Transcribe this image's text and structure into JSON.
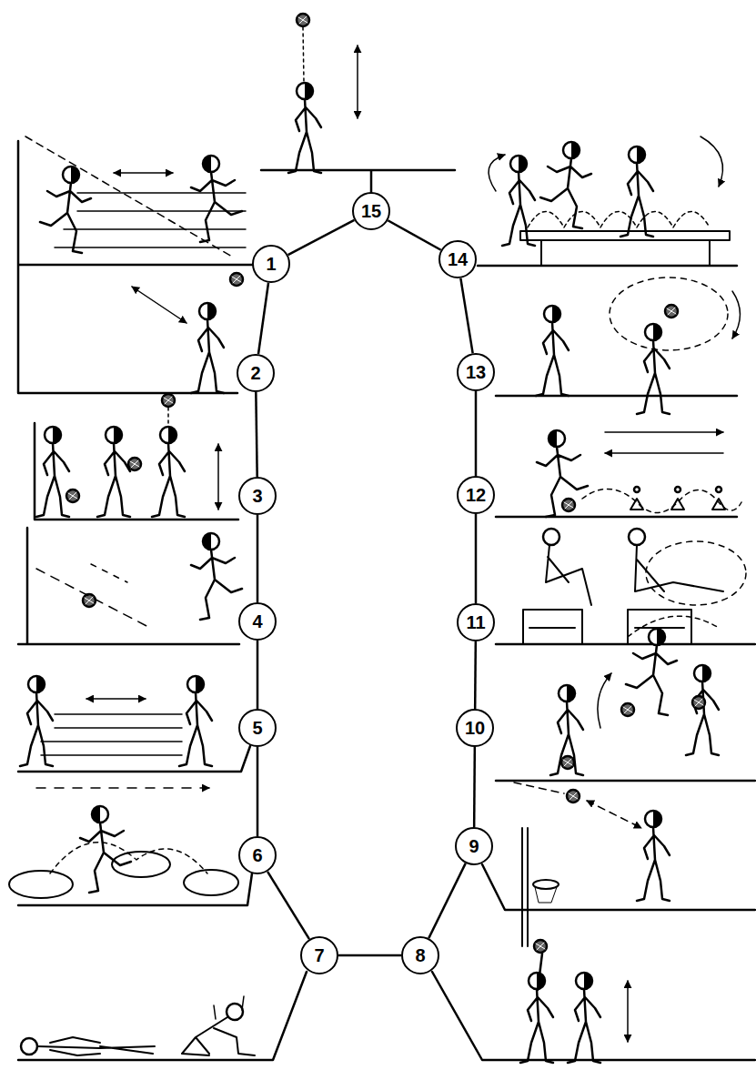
{
  "diagram": {
    "nodes": [
      {
        "text": [
          "1"
        ]
      },
      {
        "text": [
          "2"
        ]
      },
      {
        "text": [
          "3"
        ]
      },
      {
        "text": [
          "4"
        ]
      },
      {
        "text": [
          "5"
        ]
      },
      {
        "text": [
          "6"
        ]
      },
      {
        "text": [
          "7"
        ]
      },
      {
        "text": [
          "8"
        ]
      },
      {
        "text": [
          "9"
        ]
      },
      {
        "text": [
          "10"
        ]
      },
      {
        "text": [
          "11"
        ]
      },
      {
        "text": [
          "12"
        ]
      },
      {
        "text": [
          "13"
        ]
      },
      {
        "text": [
          "14"
        ]
      },
      {
        "text": [
          "15"
        ]
      }
    ],
    "edges": [
      {
        "from": 0,
        "to": 1,
        "arrow": "none"
      },
      {
        "from": 1,
        "to": 2,
        "arrow": "none"
      },
      {
        "from": 2,
        "to": 3,
        "arrow": "none"
      },
      {
        "from": 3,
        "to": 4,
        "arrow": "none"
      },
      {
        "from": 4,
        "to": 5,
        "arrow": "none"
      },
      {
        "from": 5,
        "to": 6,
        "arrow": "none"
      },
      {
        "from": 6,
        "to": 7,
        "arrow": "none"
      },
      {
        "from": 7,
        "to": 8,
        "arrow": "none"
      },
      {
        "from": 8,
        "to": 9,
        "arrow": "none"
      },
      {
        "from": 9,
        "to": 10,
        "arrow": "none"
      },
      {
        "from": 10,
        "to": 11,
        "arrow": "none"
      },
      {
        "from": 11,
        "to": 12,
        "arrow": "none"
      },
      {
        "from": 12,
        "to": 13,
        "arrow": "none"
      },
      {
        "from": 13,
        "to": 14,
        "arrow": "none"
      },
      {
        "from": 14,
        "to": 0,
        "arrow": "none"
      }
    ]
  }
}
